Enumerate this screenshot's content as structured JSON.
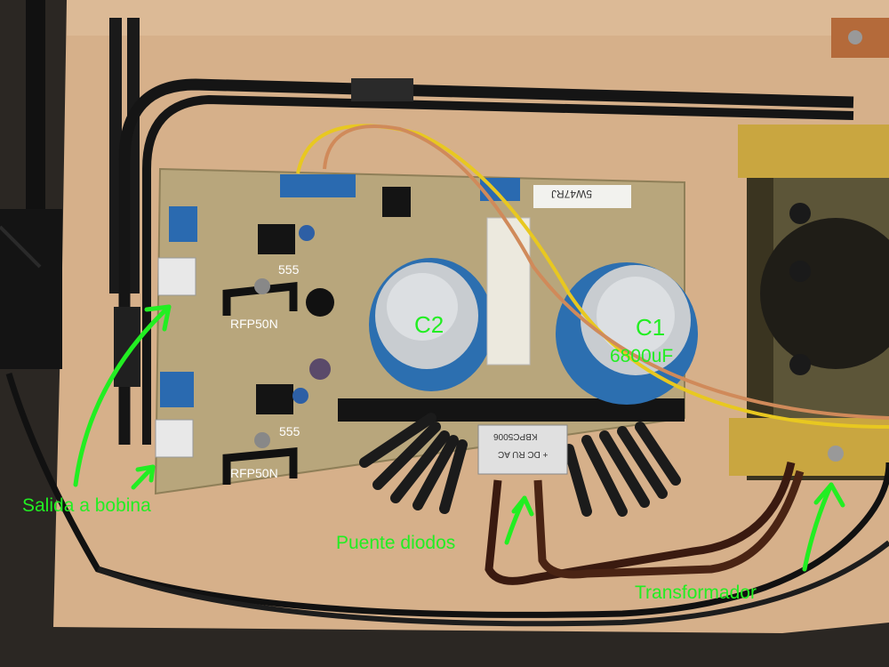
{
  "labels": {
    "ic_top": "555",
    "ic_bottom": "555",
    "mosfet_top": "RFP50N",
    "mosfet_bottom": "RFP50N",
    "cap_c2": "C2",
    "cap_c1": "C1",
    "cap_c1_value": "6800uF",
    "annotation_output": "Salida a bobina",
    "annotation_bridge": "Puente diodos",
    "annotation_transformer": "Transformador",
    "resistor_marking": "5W47RJ",
    "bridge_marking": "KBPC5006",
    "bridge_polarity": "+ DC RU AC"
  },
  "colors": {
    "annotation": "#22ee22",
    "table": "#d8b48c",
    "pcb": "#b6a57c",
    "heatsink": "#111111",
    "capacitor": "#2f78b8"
  }
}
